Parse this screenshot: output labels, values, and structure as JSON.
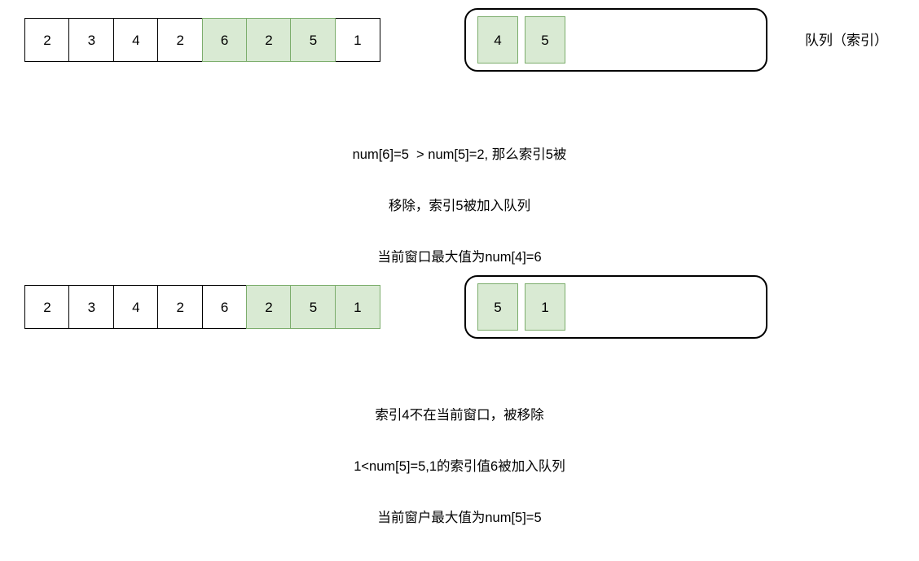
{
  "diagram": {
    "title_label": "队列（索引）",
    "steps": [
      {
        "array": {
          "values": [
            "2",
            "3",
            "4",
            "2",
            "6",
            "2",
            "5",
            "1"
          ],
          "highlighted": [
            false,
            false,
            false,
            false,
            true,
            true,
            true,
            false
          ]
        },
        "queue": {
          "values": [
            "4",
            "5"
          ]
        },
        "side_label": "队列（索引）",
        "caption_lines": [
          "num[6]=5  > num[5]=2, 那么索引5被",
          "移除，索引5被加入队列",
          "当前窗口最大值为num[4]=6"
        ]
      },
      {
        "array": {
          "values": [
            "2",
            "3",
            "4",
            "2",
            "6",
            "2",
            "5",
            "1"
          ],
          "highlighted": [
            false,
            false,
            false,
            false,
            false,
            true,
            true,
            true
          ]
        },
        "queue": {
          "values": [
            "5",
            "1"
          ]
        },
        "side_label": "",
        "caption_lines": [
          "索引4不在当前窗口，被移除",
          "1<num[5]=5,1的索引值6被加入队列",
          "当前窗户最大值为num[5]=5"
        ]
      }
    ]
  },
  "colors": {
    "highlight_fill": "#d9ead3",
    "highlight_border": "#7cad6c",
    "cell_border": "#000000",
    "text": "#000000",
    "background": "#ffffff"
  }
}
